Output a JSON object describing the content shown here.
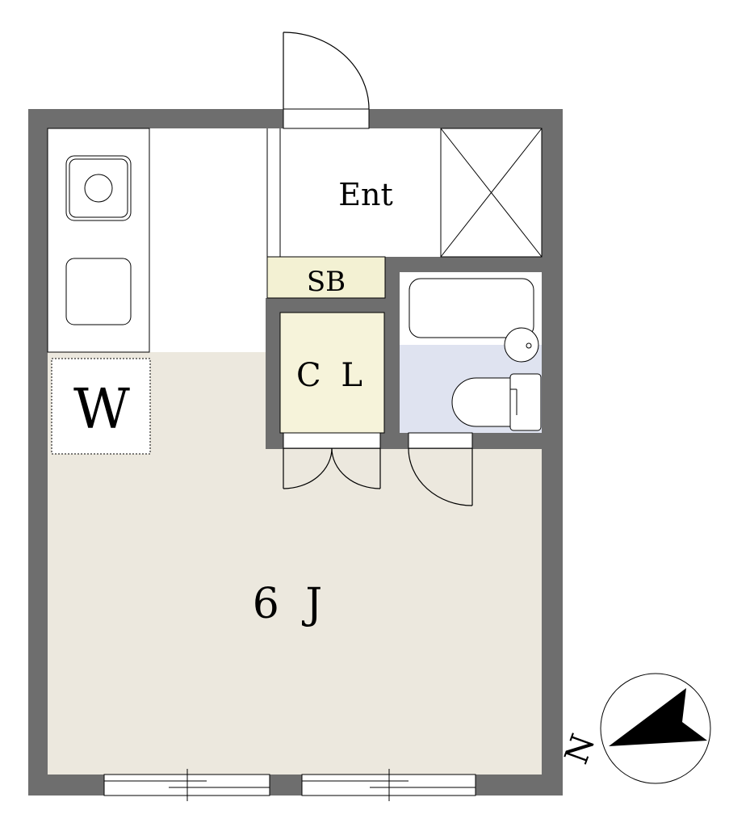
{
  "rooms": {
    "entrance": "Ent",
    "shoe_box": "SB",
    "closet": "C L",
    "washer": "W",
    "main_room": "6 J"
  },
  "compass": {
    "letter": "N"
  },
  "colors": {
    "wall": "#6e6e6e",
    "floor": "#ece8de",
    "shoe_box": "#f3f1d3",
    "closet": "#f6f3da",
    "bath_floor": "#dfe3f0",
    "line": "#000000"
  }
}
